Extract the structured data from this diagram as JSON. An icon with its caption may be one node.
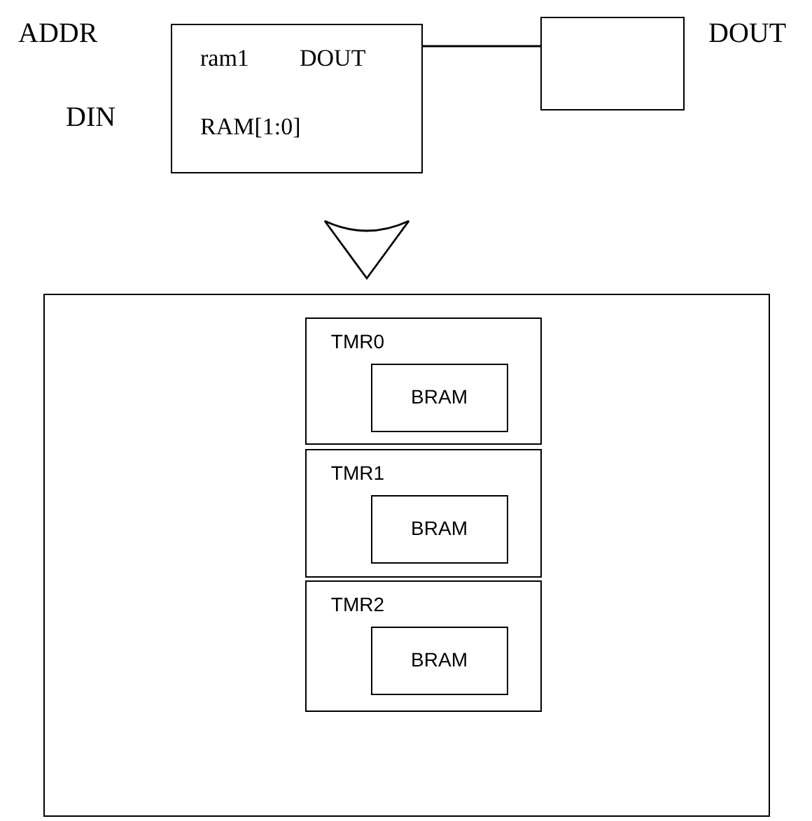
{
  "diagram": {
    "nodes": [
      {
        "text": [
          "ram1",
          "DOUT",
          "RAM[1:0]"
        ]
      },
      {
        "text": [],
        "shape": "box",
        "beside": [
          "DOUT"
        ]
      },
      {
        "text": [],
        "shape": "box"
      },
      {
        "text": [
          "TMR0"
        ],
        "in": 2
      },
      {
        "text": [
          "BRAM"
        ],
        "in": 3
      },
      {
        "text": [
          "TMR1"
        ],
        "in": 2
      },
      {
        "text": [
          "BRAM"
        ],
        "in": 5
      },
      {
        "text": [
          "TMR2"
        ],
        "in": 2
      },
      {
        "text": [
          "BRAM"
        ],
        "in": 7
      }
    ],
    "edges": [
      {
        "from": 0,
        "to": 1,
        "arrow": "none"
      }
    ],
    "labels": [
      "ADDR",
      "DIN"
    ]
  }
}
